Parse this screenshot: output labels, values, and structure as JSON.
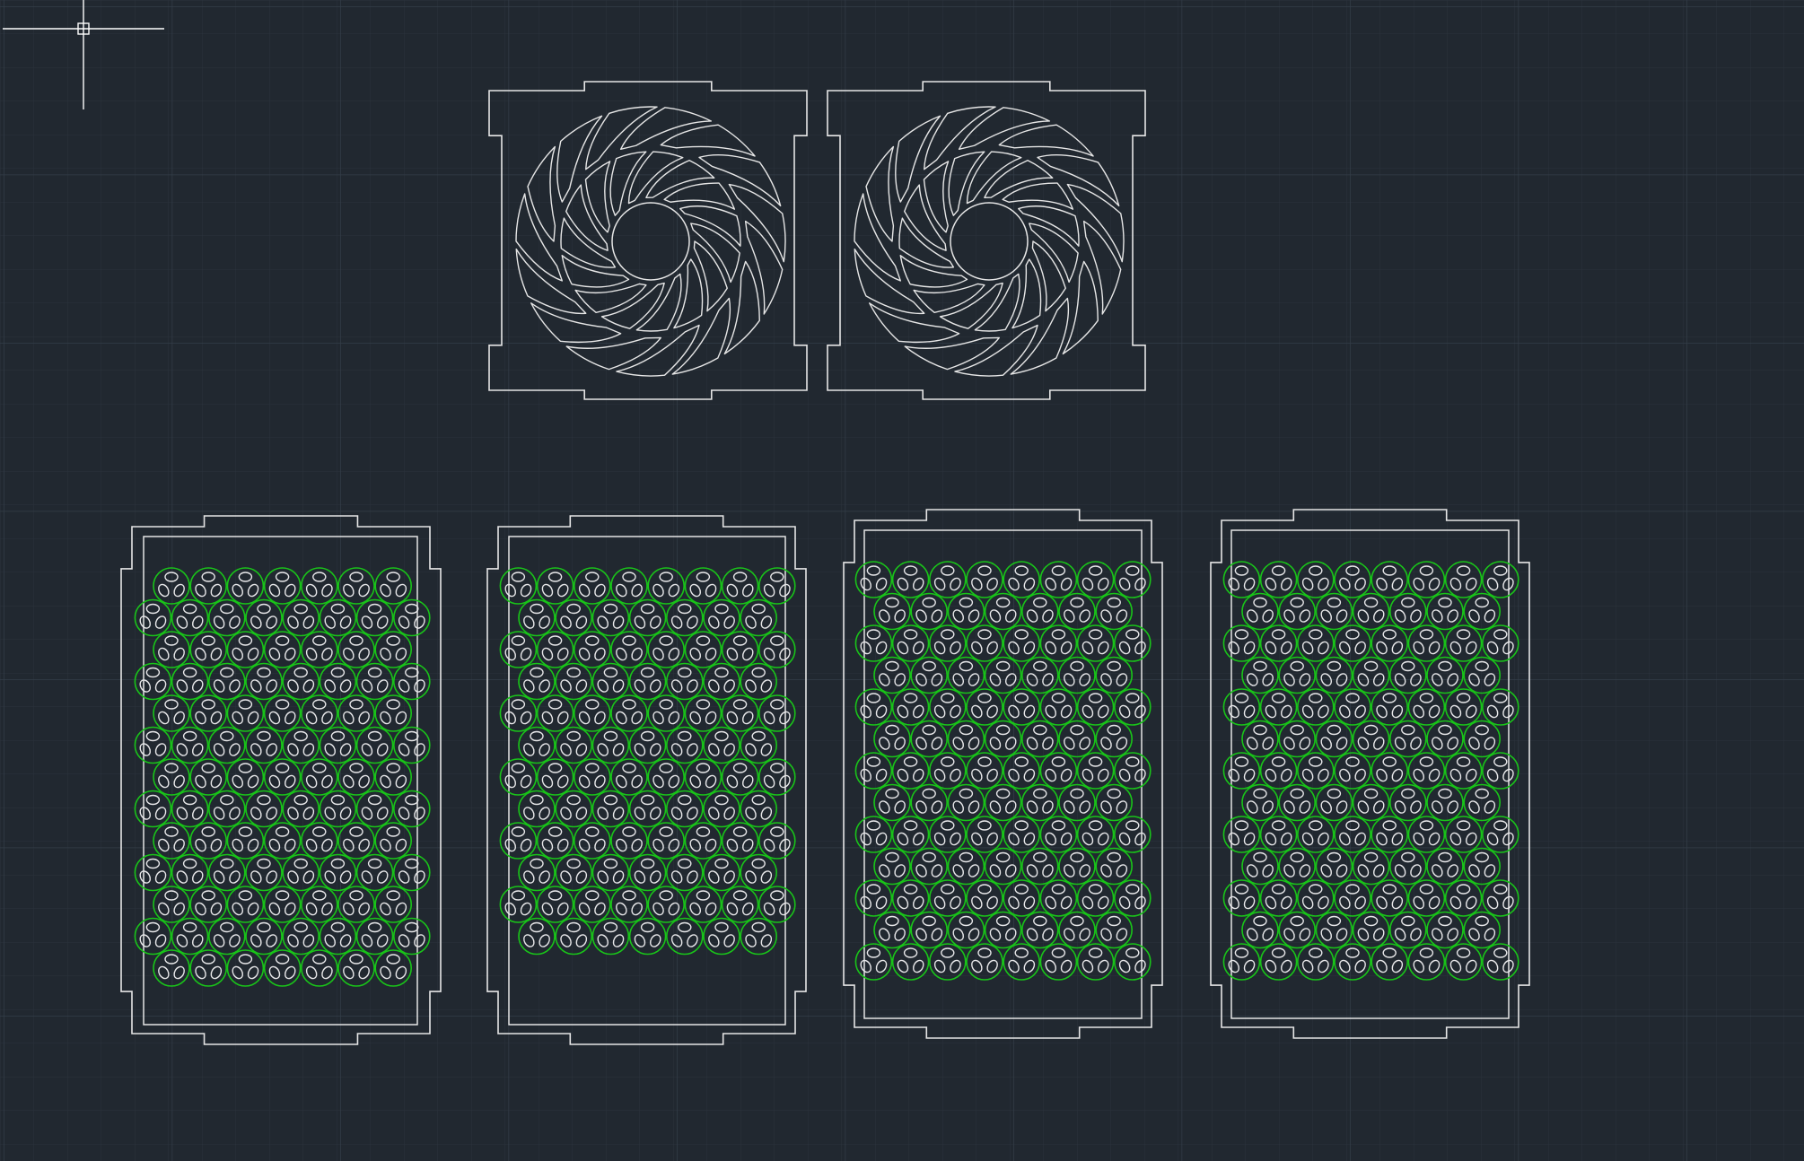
{
  "app": {
    "view": "cad-model-space"
  },
  "colors": {
    "background": "#212830",
    "grid_minor": "#2a323c",
    "grid_major": "#333d48",
    "outline": "#e6e6e6",
    "hole_ring": "#19c419",
    "hole_fill": "#e8e8ea",
    "cursor": "#ffffff"
  },
  "drawing": {
    "fan_panels_count": 2,
    "fan_panel_blade_count": 15,
    "fan_panel_blade_rings": 2,
    "honeycomb_panels_count": 4,
    "honeycomb_panels": [
      {
        "columns": 7,
        "rows": 13,
        "first_row_shifted": false
      },
      {
        "columns": 7,
        "rows": 12,
        "first_row_shifted": true
      },
      {
        "columns": 7,
        "rows": 13,
        "first_row_shifted": true
      },
      {
        "columns": 7,
        "rows": 13,
        "first_row_shifted": true
      }
    ]
  }
}
